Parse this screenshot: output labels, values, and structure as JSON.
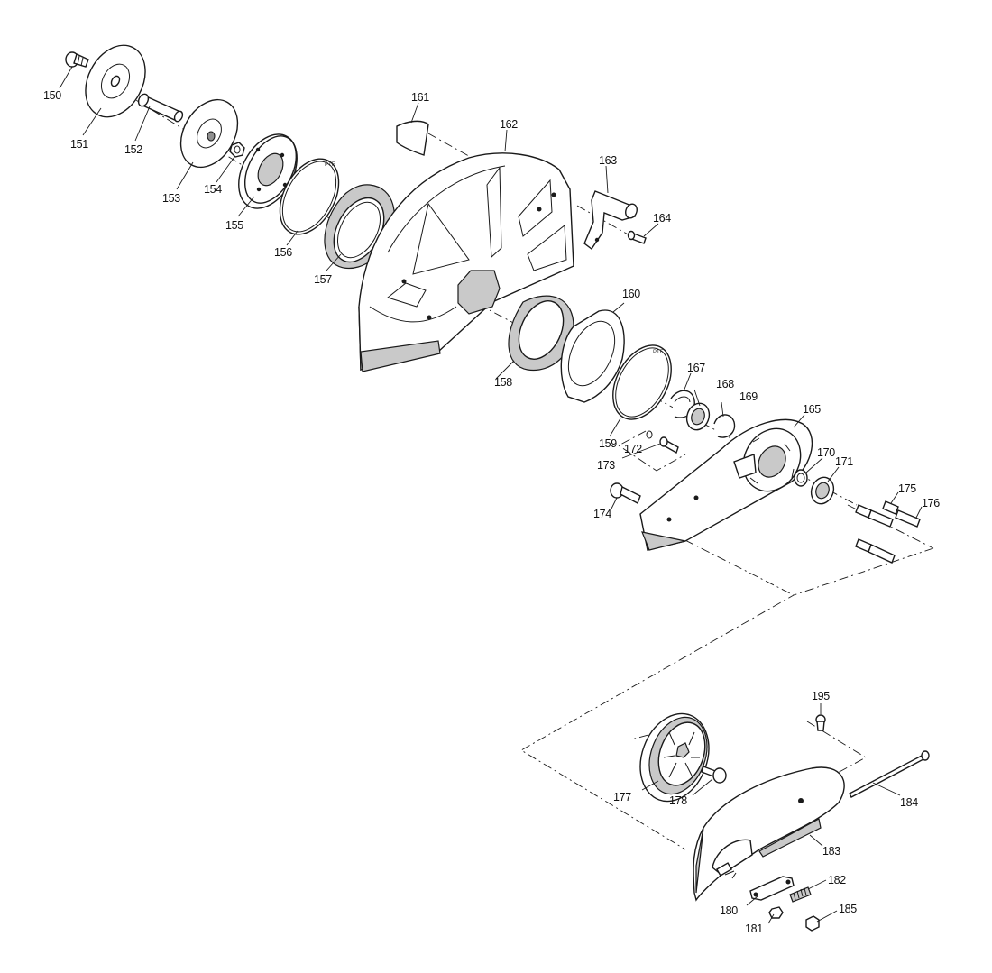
{
  "diagram": {
    "callouts": [
      "150",
      "151",
      "152",
      "153",
      "154",
      "155",
      "156",
      "157",
      "158",
      "159",
      "160",
      "161",
      "162",
      "163",
      "164",
      "165",
      "167",
      "168",
      "169",
      "170",
      "171",
      "172",
      "173",
      "174",
      "175",
      "176",
      "177",
      "178",
      "180",
      "181",
      "182",
      "183",
      "184",
      "185",
      "195"
    ],
    "ring_stamp": "PTF",
    "colors": {
      "line": "#1a1a1a",
      "shade": "#c9c9c9",
      "dark": "#8f8f8f",
      "background": "#ffffff"
    }
  }
}
